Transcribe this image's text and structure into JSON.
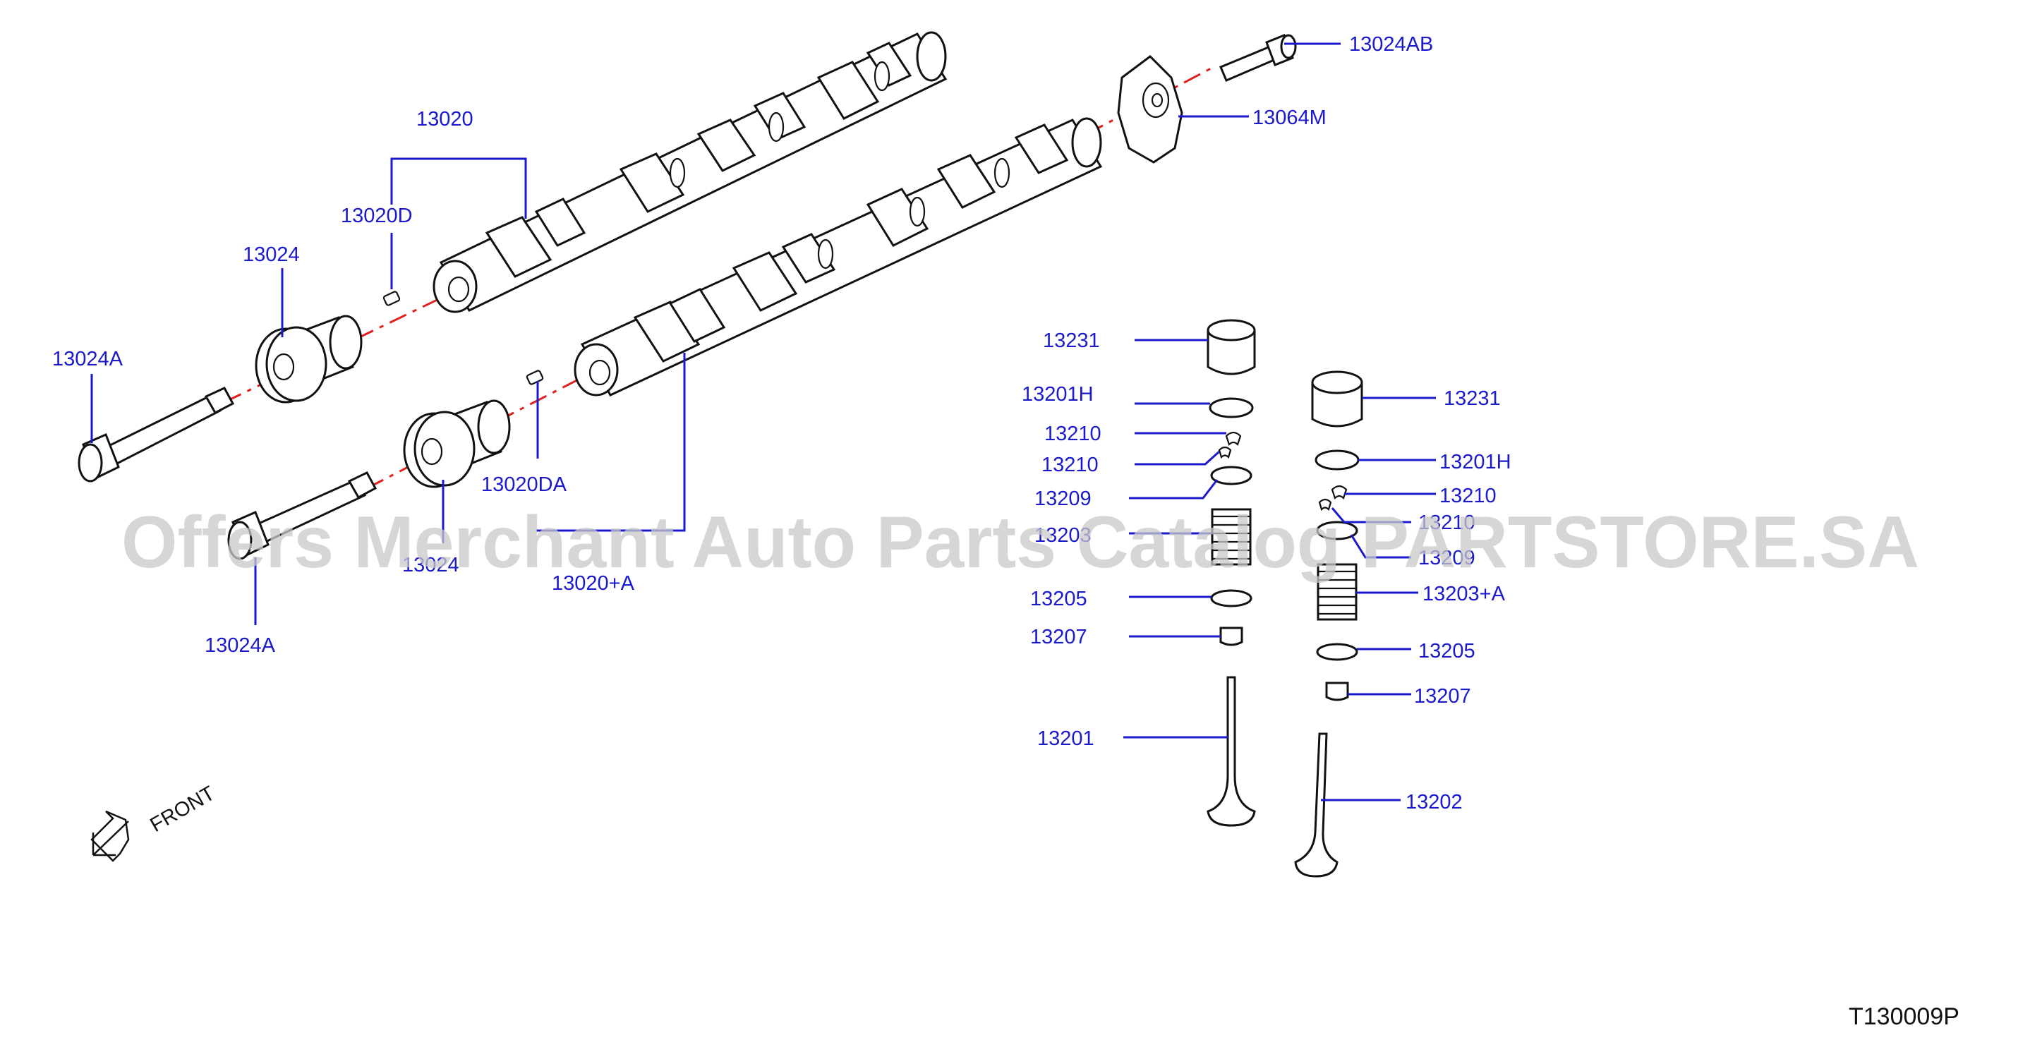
{
  "diagram_code": "T130009P",
  "watermark": "Offers Merchant Auto Parts Catalog PARTSTORE.SA",
  "front_label": "FRONT",
  "parts": {
    "p13024AB": "13024AB",
    "p13064M": "13064M",
    "p13020": "13020",
    "p13020D": "13020D",
    "p13024_upper": "13024",
    "p13024A_upper": "13024A",
    "p13020DA": "13020DA",
    "p13024_lower": "13024",
    "p13024A_lower": "13024A",
    "p13020A": "13020+A",
    "left_col": {
      "p13231": "13231",
      "p13201H": "13201H",
      "p13210a": "13210",
      "p13210b": "13210",
      "p13209": "13209",
      "p13203": "13203",
      "p13205": "13205",
      "p13207": "13207",
      "p13201": "13201"
    },
    "right_col": {
      "p13231": "13231",
      "p13201H": "13201H",
      "p13210a": "13210",
      "p13210b": "13210",
      "p13209": "13209",
      "p13203A": "13203+A",
      "p13205": "13205",
      "p13207": "13207",
      "p13202": "13202"
    }
  },
  "colors": {
    "label": "#1a1acc",
    "center_line": "#e0201c",
    "outline": "#111111",
    "watermark": "#c8c8c8"
  }
}
